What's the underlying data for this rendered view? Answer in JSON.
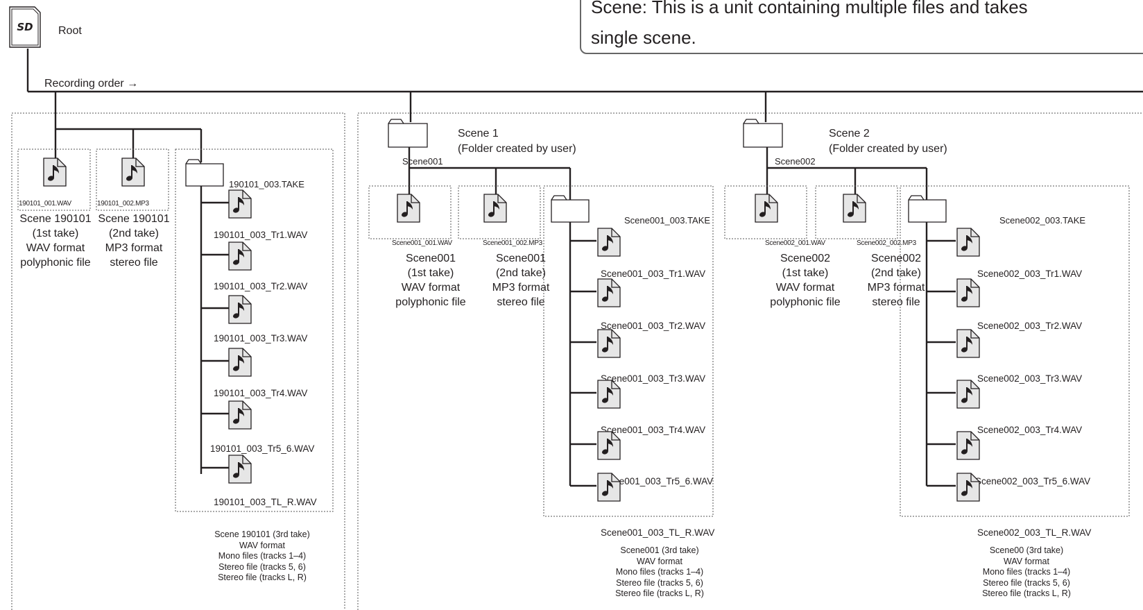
{
  "callout": {
    "line1": "Scene: This is a unit containing multiple files and takes",
    "line2": "single scene."
  },
  "root": {
    "label": "Root"
  },
  "recording_order": "Recording order →",
  "groups": [
    {
      "files": [
        {
          "name": "190101_001.WAV",
          "desc": [
            "Scene 190101",
            "(1st take)",
            "WAV format",
            "polyphonic file"
          ]
        },
        {
          "name": "190101_002.MP3",
          "desc": [
            "Scene 190101",
            "(2nd take)",
            "MP3 format",
            "stereo file"
          ]
        }
      ],
      "take": {
        "folder": "190101_003.TAKE",
        "tracks": [
          "190101_003_Tr1.WAV",
          "190101_003_Tr2.WAV",
          "190101_003_Tr3.WAV",
          "190101_003_Tr4.WAV",
          "190101_003_Tr5_6.WAV",
          "190101_003_TL_R.WAV"
        ],
        "desc": [
          "Scene 190101 (3rd take)",
          "WAV format",
          "Mono files (tracks 1–4)",
          "Stereo file (tracks 5, 6)",
          "Stereo file (tracks L, R)"
        ]
      }
    },
    {
      "scene": {
        "folder": "Scene001",
        "title": "Scene 1",
        "subtitle": "(Folder created by user)"
      },
      "files": [
        {
          "name": "Scene001_001.WAV",
          "desc": [
            "Scene001",
            "(1st take)",
            "WAV format",
            "polyphonic file"
          ]
        },
        {
          "name": "Scene001_002.MP3",
          "desc": [
            "Scene001",
            "(2nd take)",
            "MP3 format",
            "stereo file"
          ]
        }
      ],
      "take": {
        "folder": "Scene001_003.TAKE",
        "tracks": [
          "Scene001_003_Tr1.WAV",
          "Scene001_003_Tr2.WAV",
          "Scene001_003_Tr3.WAV",
          "Scene001_003_Tr4.WAV",
          "Scene001_003_Tr5_6.WAV",
          "Scene001_003_TL_R.WAV"
        ],
        "desc": [
          "Scene001 (3rd take)",
          "WAV format",
          "Mono files (tracks 1–4)",
          "Stereo file (tracks 5, 6)",
          "Stereo file (tracks L, R)"
        ]
      }
    },
    {
      "scene": {
        "folder": "Scene002",
        "title": "Scene 2",
        "subtitle": "(Folder created by user)"
      },
      "files": [
        {
          "name": "Scene002_001.WAV",
          "desc": [
            "Scene002",
            "(1st take)",
            "WAV format",
            "polyphonic file"
          ]
        },
        {
          "name": "Scene002_002.MP3",
          "desc": [
            "Scene002",
            "(2nd take)",
            "MP3 format",
            "stereo file"
          ]
        }
      ],
      "take": {
        "folder": "Scene002_003.TAKE",
        "tracks": [
          "Scene002_003_Tr1.WAV",
          "Scene002_003_Tr2.WAV",
          "Scene002_003_Tr3.WAV",
          "Scene002_003_Tr4.WAV",
          "Scene002_003_Tr5_6.WAV",
          "Scene002_003_TL_R.WAV"
        ],
        "desc": [
          "Scene00 (3rd take)",
          "WAV format",
          "Mono files (tracks 1–4)",
          "Stereo file (tracks 5, 6)",
          "Stereo file (tracks L, R)"
        ]
      }
    }
  ],
  "colors": {
    "line": "#231f20",
    "icon_fill": "#e6e6e6",
    "dotted": "#555555",
    "callout_border": "#666666"
  },
  "icons": {
    "file": "music-note-file-icon",
    "folder": "folder-icon",
    "root": "sd-card-icon"
  }
}
